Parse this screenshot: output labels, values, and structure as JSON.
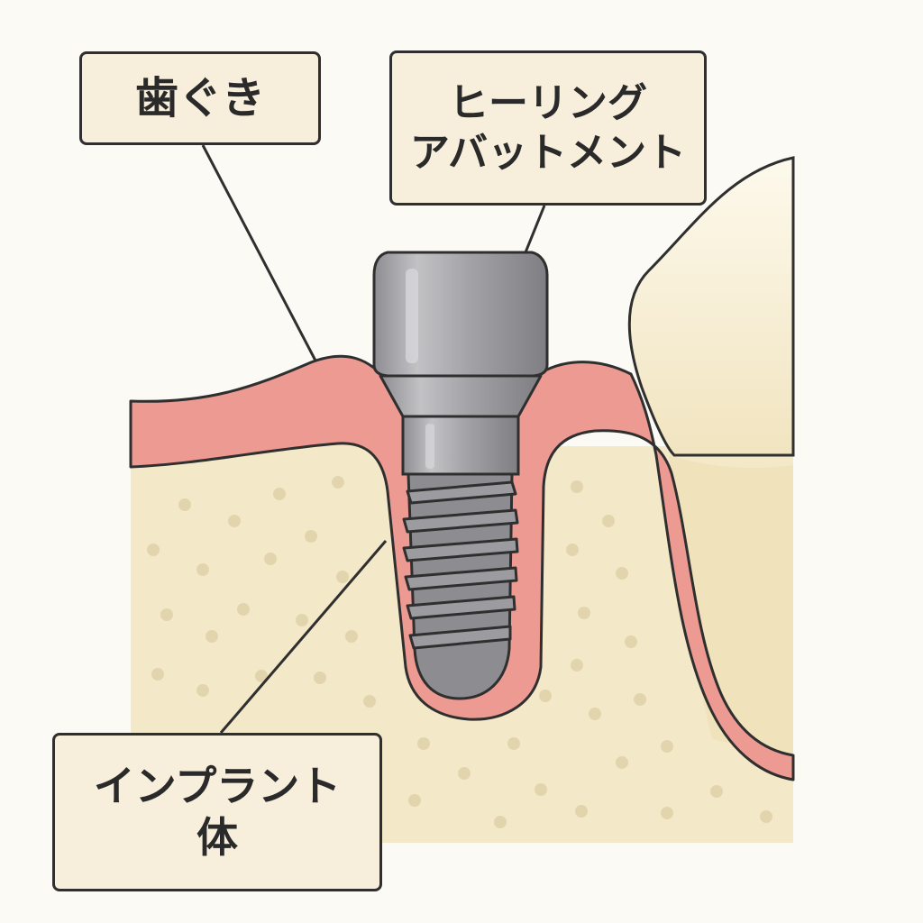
{
  "labels": {
    "gum": {
      "lines": [
        "歯ぐき"
      ]
    },
    "healing_abutment": {
      "lines": [
        "ヒーリング",
        "アバットメント"
      ]
    },
    "implant_body": {
      "lines": [
        "インプラント",
        "体"
      ]
    }
  },
  "colors": {
    "background": "#fbfaf5",
    "bone": "#f3e8c8",
    "bone_dots": "#e2d5ae",
    "gum": "#ec9a92",
    "gum_outline": "#2f2f2f",
    "adjacent_tooth": "#fbf5e3",
    "implant_metal": "#a5a5a8",
    "implant_metal_dark": "#7c7c80",
    "label_bg": "#f7eedb",
    "outline": "#2f2f2f"
  }
}
